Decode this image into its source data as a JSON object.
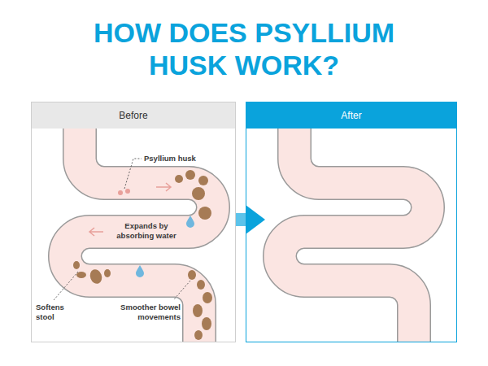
{
  "diagram": {
    "title": "HOW DOES PSYLLIUM HUSK WORK?",
    "nodes": [
      {
        "text": [
          "Before"
        ]
      },
      {
        "text": [
          "After"
        ]
      }
    ],
    "edges": [
      {
        "from": 0,
        "to": 1,
        "arrow": "to"
      }
    ],
    "labels": [
      "Psyllium husk",
      "Expands by absorbing water",
      "Softens stool",
      "Smoother bowel movements"
    ]
  }
}
